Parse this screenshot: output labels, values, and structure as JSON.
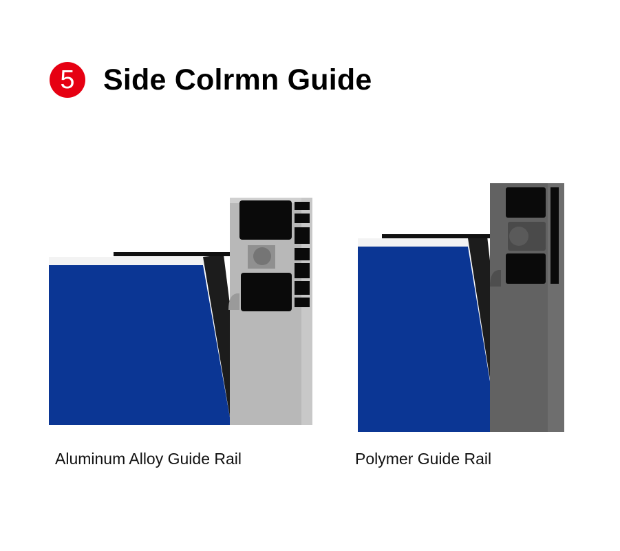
{
  "section": {
    "number": "5",
    "title": "Side Colrmn Guide",
    "badge_color": "#e60012"
  },
  "illustrations": [
    {
      "caption": "Aluminum Alloy Guide Rail",
      "panel_color": "#0b3694",
      "rail_color": "#b8b8b8"
    },
    {
      "caption": "Polymer Guide Rail",
      "panel_color": "#0b3694",
      "rail_color": "#626262"
    }
  ]
}
